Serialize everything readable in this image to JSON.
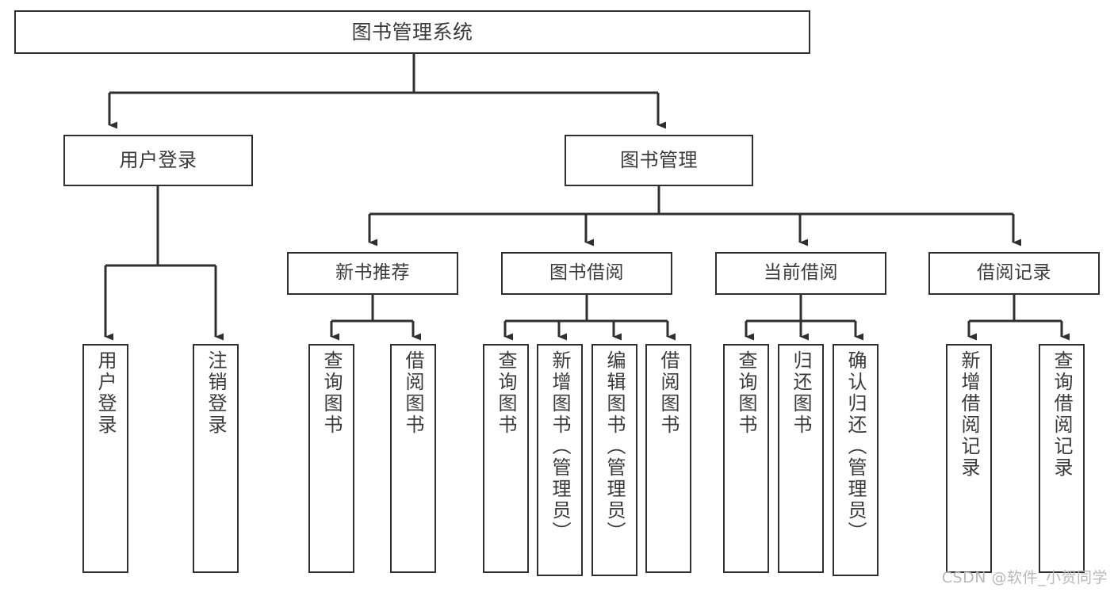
{
  "diagram": {
    "title": "图书管理系统",
    "type": "tree",
    "orientation": "top-down",
    "colors": {
      "box_border": "#2f2f2f",
      "box_fill": "#ffffff",
      "text": "#3a3a3a",
      "edge": "#2f2f2f",
      "background": "#ffffff",
      "watermark": "#b9b9b9"
    },
    "watermark": "CSDN @软件_小贺同学"
  },
  "nodes": {
    "root": {
      "label": "图书管理系统"
    },
    "level2": [
      {
        "label": "用户登录"
      },
      {
        "label": "图书管理"
      }
    ],
    "level3": [
      {
        "label": "新书推荐"
      },
      {
        "label": "图书借阅"
      },
      {
        "label": "当前借阅"
      },
      {
        "label": "借阅记录"
      }
    ],
    "leaves": {
      "user_login": [
        {
          "label": "用户登录"
        },
        {
          "label": "注销登录"
        }
      ],
      "new_book_recommend": [
        {
          "label": "查询图书"
        },
        {
          "label": "借阅图书"
        }
      ],
      "book_borrow": [
        {
          "label": "查询图书"
        },
        {
          "label": "新增图书（管理员）"
        },
        {
          "label": "编辑图书（管理员）"
        },
        {
          "label": "借阅图书"
        }
      ],
      "current_borrow": [
        {
          "label": "查询图书"
        },
        {
          "label": "归还图书"
        },
        {
          "label": "确认归还（管理员）"
        }
      ],
      "borrow_record": [
        {
          "label": "新增借阅记录"
        },
        {
          "label": "查询借阅记录"
        }
      ]
    }
  }
}
